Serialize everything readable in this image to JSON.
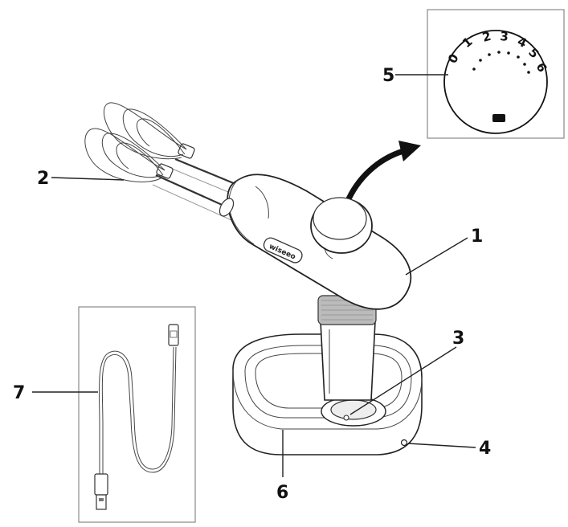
{
  "callouts": {
    "handle": "1",
    "beaters": "2",
    "charging_contact": "3",
    "charging_port": "4",
    "speed_dial": "5",
    "base": "6",
    "usb_cable": "7"
  },
  "dial_numbers": [
    "0",
    "1",
    "2",
    "3",
    "4",
    "5",
    "6"
  ],
  "brand_text": "wiseeo"
}
